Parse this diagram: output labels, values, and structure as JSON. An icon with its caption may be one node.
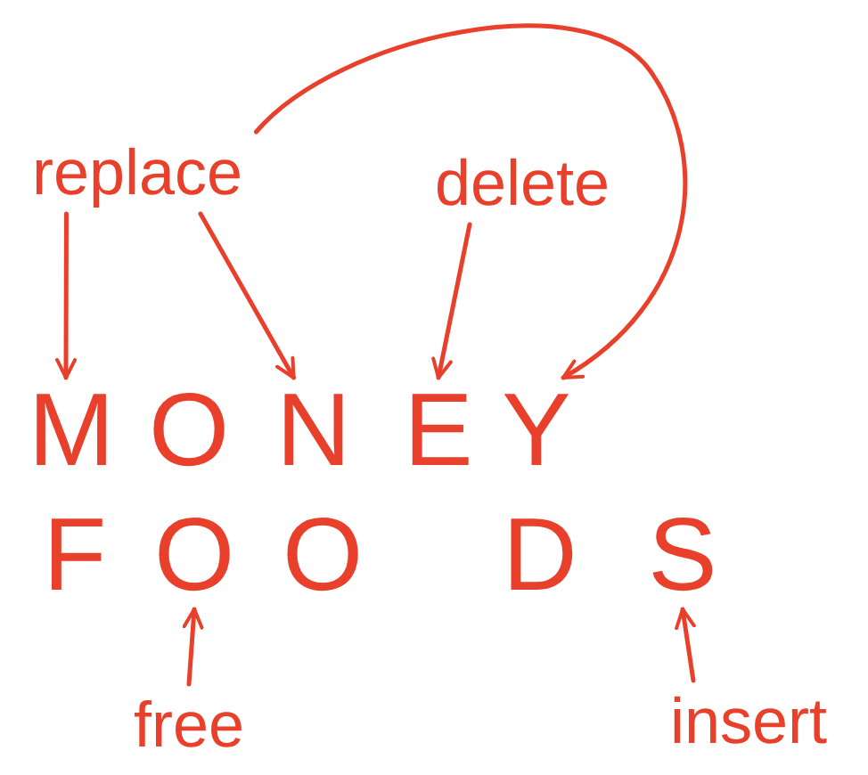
{
  "diagram": {
    "nodes": [
      {
        "text": [
          "replace"
        ]
      },
      {
        "text": [
          "delete"
        ]
      },
      {
        "text": [
          "M"
        ]
      },
      {
        "text": [
          "O"
        ]
      },
      {
        "text": [
          "N"
        ]
      },
      {
        "text": [
          "E"
        ]
      },
      {
        "text": [
          "Y"
        ]
      },
      {
        "text": [
          "F"
        ]
      },
      {
        "text": [
          "O"
        ]
      },
      {
        "text": [
          "O"
        ]
      },
      {
        "text": [
          "D"
        ]
      },
      {
        "text": [
          "S"
        ]
      },
      {
        "text": [
          "free"
        ]
      },
      {
        "text": [
          "insert"
        ]
      }
    ],
    "edges": [
      {
        "from": 0,
        "to": 2,
        "arrow": "to"
      },
      {
        "from": 0,
        "to": 4,
        "arrow": "to"
      },
      {
        "from": 1,
        "to": 5,
        "arrow": "to"
      },
      {
        "from": 0,
        "to": 6,
        "arrow": "to"
      },
      {
        "from": 12,
        "to": 8,
        "arrow": "to"
      },
      {
        "from": 13,
        "to": 11,
        "arrow": "to"
      }
    ]
  }
}
